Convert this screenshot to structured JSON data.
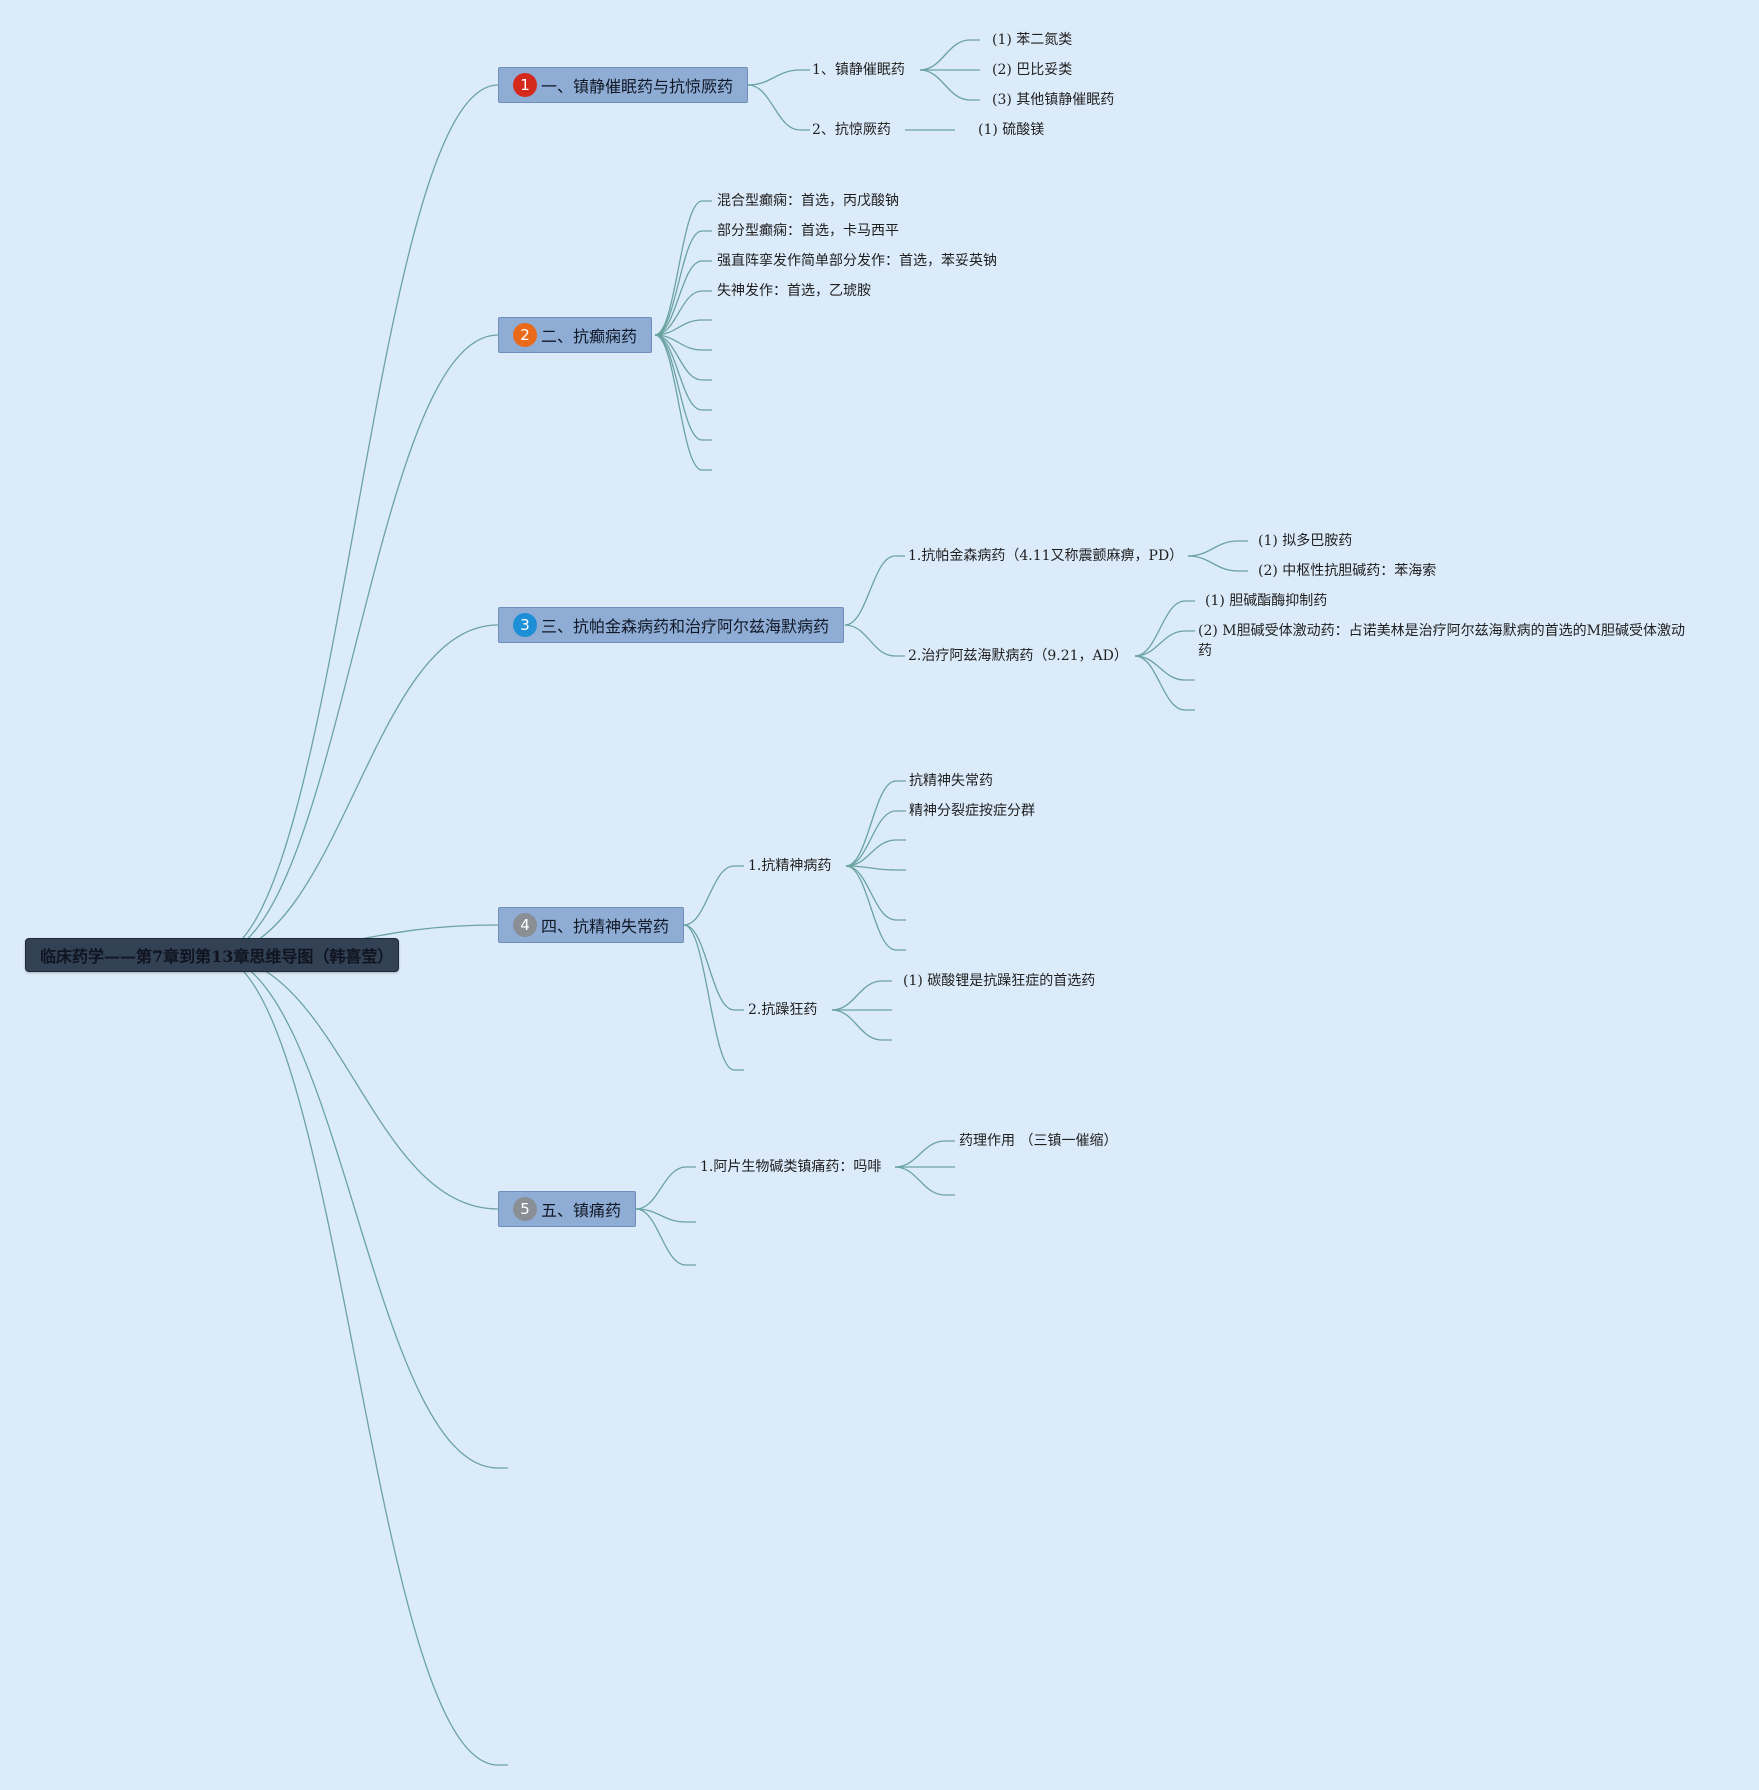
{
  "root": {
    "title": "临床药学——第7章到第13章思维导图（韩喜莹）"
  },
  "branches": [
    {
      "badge": "1",
      "badge_color": "#d42a1e",
      "title": "一、镇静催眠药与抗惊厥药",
      "children": [
        {
          "label": "1、镇静催眠药",
          "children": [
            "(1) 苯二氮类",
            "(2) 巴比妥类",
            "(3) 其他镇静催眠药"
          ]
        },
        {
          "label": "2、抗惊厥药",
          "children": [
            "(1) 硫酸镁"
          ]
        }
      ]
    },
    {
      "badge": "2",
      "badge_color": "#ea6a1c",
      "title": "二、抗癫痫药",
      "children": [
        "混合型癫痫：首选，丙戊酸钠",
        "部分型癫痫：首选，卡马西平",
        "强直阵挛发作简单部分发作：首选，苯妥英钠",
        "失神发作：首选，乙琥胺"
      ]
    },
    {
      "badge": "3",
      "badge_color": "#1d8fd6",
      "title": "三、抗帕金森病药和治疗阿尔兹海默病药",
      "children": [
        {
          "label": "1.抗帕金森病药（4.11又称震颤麻痹，PD）",
          "children": [
            "(1) 拟多巴胺药",
            "(2) 中枢性抗胆碱药：苯海索"
          ]
        },
        {
          "label": "2.治疗阿兹海默病药（9.21，AD）",
          "children": [
            "(1) 胆碱酯酶抑制药",
            "(2) M胆碱受体激动药：占诺美林是治疗阿尔兹海默病的首选的M胆碱受体激动药"
          ]
        }
      ]
    },
    {
      "badge": "4",
      "badge_color": "#8a8f96",
      "title": "四、抗精神失常药",
      "children": [
        {
          "label": "1.抗精神病药",
          "children": [
            "抗精神失常药",
            "精神分裂症按症分群"
          ]
        },
        {
          "label": "2.抗躁狂药",
          "children": [
            "(1) 碳酸锂是抗躁狂症的首选药"
          ]
        }
      ]
    },
    {
      "badge": "5",
      "badge_color": "#8a8f96",
      "title": "五、镇痛药",
      "children": [
        {
          "label": "1.阿片生物碱类镇痛药：吗啡",
          "children": [
            "药理作用 （三镇一催缩）"
          ]
        }
      ]
    }
  ]
}
